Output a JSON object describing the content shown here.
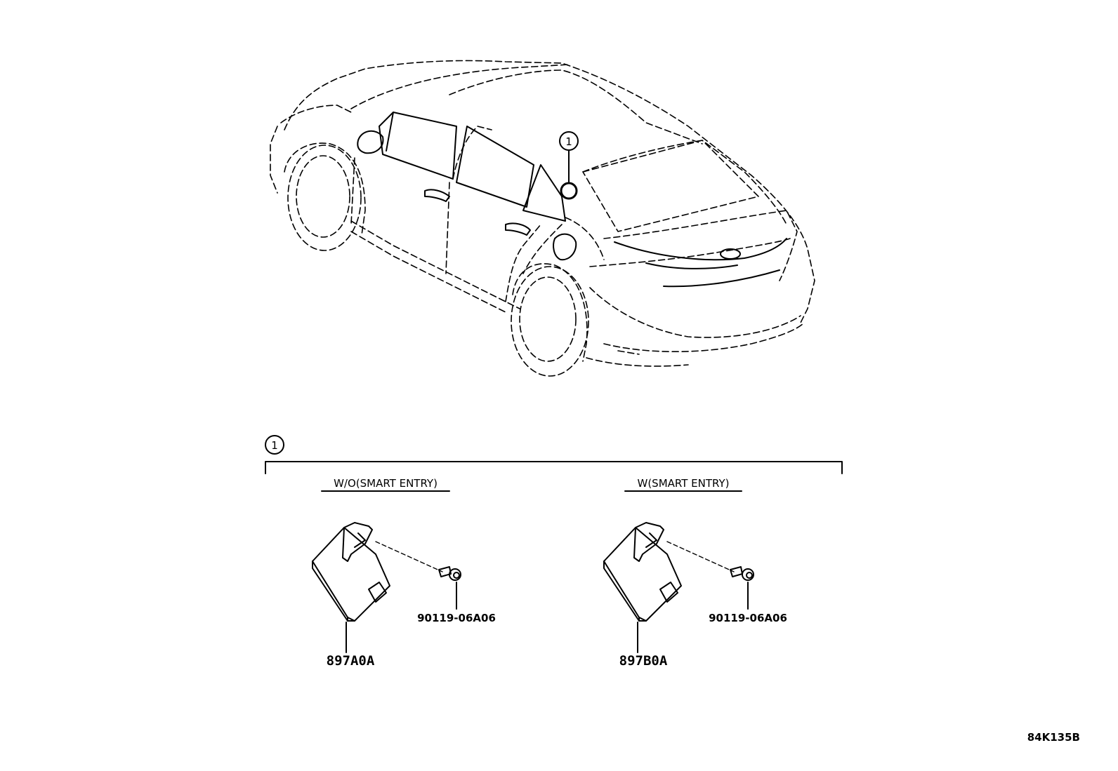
{
  "callout": {
    "number": "1"
  },
  "group": {
    "callout_number": "1",
    "variants": [
      {
        "label": "W/O(SMART ENTRY)",
        "module_part": "897A0A",
        "bolt_part": "90119-06A06"
      },
      {
        "label": "W(SMART ENTRY)",
        "module_part": "897B0A",
        "bolt_part": "90119-06A06"
      }
    ]
  },
  "diagram_code": "84K135B"
}
